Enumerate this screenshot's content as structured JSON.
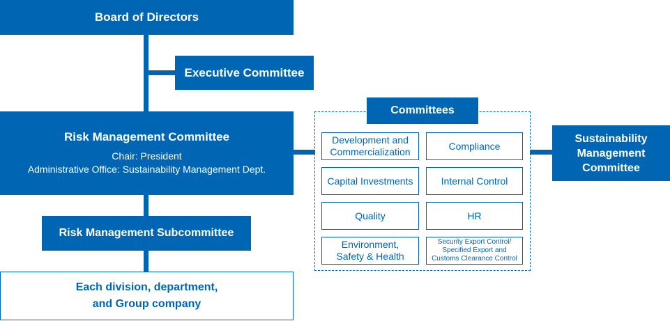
{
  "board": {
    "label": "Board of Directors"
  },
  "executive": {
    "label": "Executive Committee"
  },
  "risk_committee": {
    "title": "Risk Management Committee",
    "chair": "Chair: President",
    "office": "Administrative Office: Sustainability Management Dept."
  },
  "subcommittee": {
    "label": "Risk Management Subcommittee"
  },
  "divisions": {
    "line1": "Each division, department,",
    "line2": "and Group company"
  },
  "committees": {
    "title": "Committees",
    "items": [
      {
        "line1": "Development and",
        "line2": "Commercialization"
      },
      {
        "line1": "Compliance"
      },
      {
        "line1": "Capital Investments"
      },
      {
        "line1": "Internal Control"
      },
      {
        "line1": "Quality"
      },
      {
        "line1": "HR"
      },
      {
        "line1": "Environment,",
        "line2": "Safety & Health"
      },
      {
        "line1": "Security Export Control/",
        "line2": "Specified Export and",
        "line3": "Customs Clearance Control"
      }
    ]
  },
  "sustainability": {
    "line1": "Sustainability",
    "line2": "Management",
    "line3": "Committee"
  },
  "colors": {
    "brand_blue": "#0066b3",
    "text_white": "#ffffff"
  }
}
